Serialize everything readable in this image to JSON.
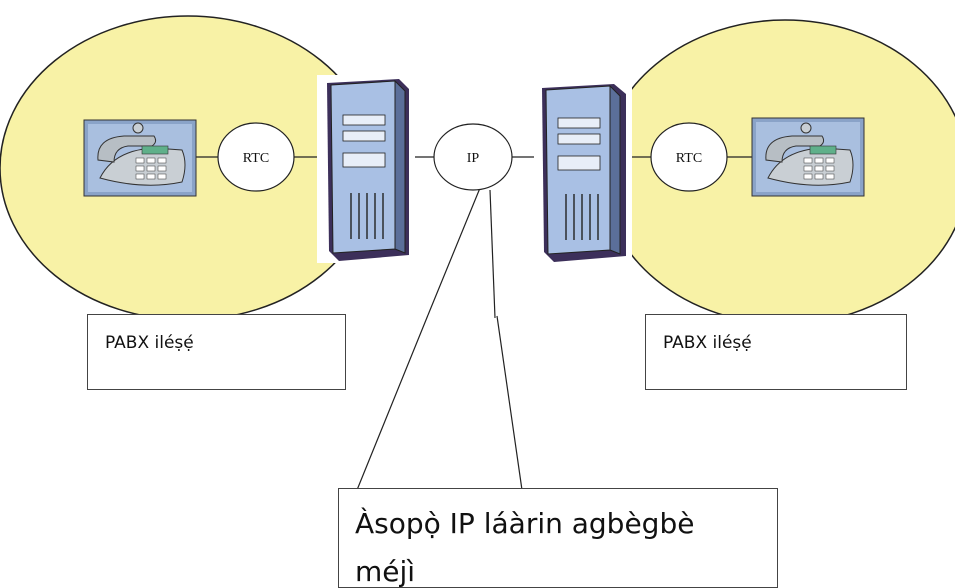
{
  "colors": {
    "zone_fill": "#f8f2a6",
    "zone_stroke": "#222222",
    "line": "#222222",
    "server_body": "#a9c0e4",
    "server_shadow": "#3c2f5a",
    "phone_bg": "#8aa3c8"
  },
  "nodes": {
    "rtc_left": "RTC",
    "ip": "IP",
    "rtc_right": "RTC"
  },
  "boxes": {
    "left_label": "PABX  iléṣẹ́",
    "right_label": "PABX  iléṣẹ́",
    "bottom_label": "Àsopọ̀ IP láàrin agbègbè",
    "bottom_label_line2": "méjì"
  },
  "icons": {
    "phone_left": "desk-phone-icon",
    "server_left": "server-tower-icon",
    "server_right": "server-tower-icon",
    "phone_right": "desk-phone-icon"
  }
}
